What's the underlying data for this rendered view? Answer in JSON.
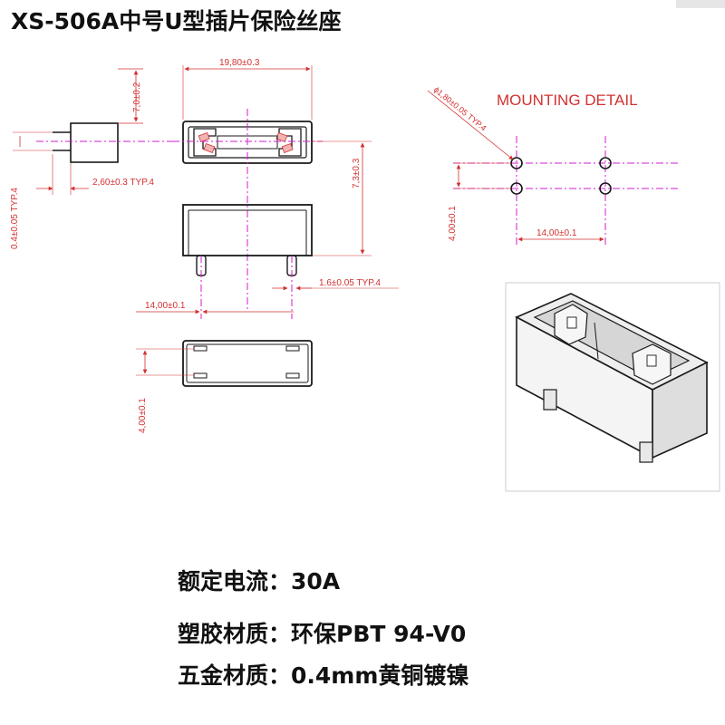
{
  "title": "XS-506A中号U型插片保险丝座",
  "dimensions": {
    "width_top": "19,80±0.3",
    "side_height": "7,0±0.2",
    "pin_length": "2,60±0.3 TYP.4",
    "pin_thickness": "0.4±0.05 TYP.4",
    "front_height": "7,3±0.3",
    "pin_width": "1.6±0.05 TYP.4",
    "pin_pitch_front": "14,00±0.1",
    "pin_spacing_bottom": "4,00±0.1",
    "mount_hole_dia": "ϕ1,80±0.05 TYP.4",
    "mount_spacing_v": "4,00±0.1",
    "mount_pitch_h": "14,00±0.1"
  },
  "mounting_detail": {
    "label": "MOUNTING DETAIL"
  },
  "specs": [
    {
      "label": "额定电流：",
      "value": "30A"
    },
    {
      "label": "塑胶材质：",
      "value": "环保PBT 94-V0"
    },
    {
      "label": "五金材质：",
      "value": "0.4mm黄铜镀镍"
    }
  ],
  "colors": {
    "dimension": "#d23030",
    "centerline": "#d21ed2",
    "outline": "#1a1a1a",
    "text": "#111111"
  }
}
